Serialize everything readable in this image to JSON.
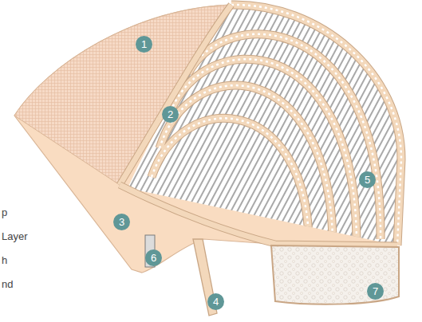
{
  "diagram": {
    "labels": [
      "1",
      "2",
      "3",
      "4",
      "5",
      "6",
      "7",
      "p",
      "Layer",
      "h",
      "nd"
    ]
  }
}
